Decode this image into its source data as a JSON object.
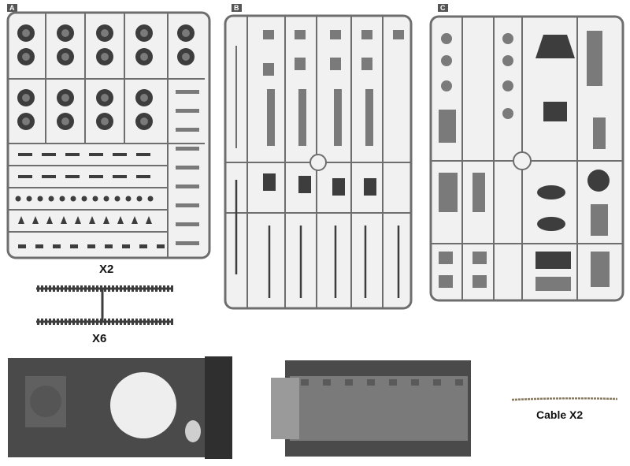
{
  "sprues": [
    {
      "label": "A",
      "multiplier": "X2"
    },
    {
      "label": "B"
    },
    {
      "label": "C"
    }
  ],
  "track_link": {
    "multiplier": "X6"
  },
  "cable": {
    "caption": "Cable  X2"
  },
  "colors": {
    "sprue_frame": "#6e6e6e",
    "sprue_fill": "#f1f1f1",
    "part_dark": "#3d3d3d",
    "part_mid": "#7a7a7a",
    "hull_dark": "#4a4a4a",
    "cable": "#8a7a60"
  }
}
